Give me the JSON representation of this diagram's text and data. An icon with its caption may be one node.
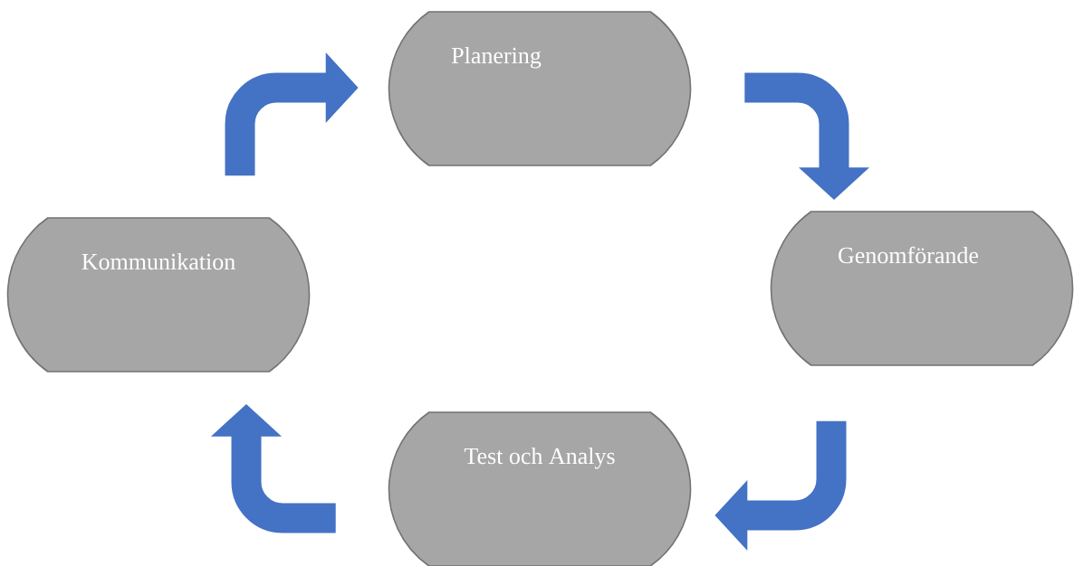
{
  "diagram": {
    "nodes": [
      {
        "text": [
          "Planering"
        ]
      },
      {
        "text": [
          "Genomförande"
        ]
      },
      {
        "text": [
          "Test och Analys"
        ]
      },
      {
        "text": [
          "Kommunikation"
        ]
      }
    ],
    "edges": [
      {
        "from": 3,
        "to": 0,
        "arrow": "to"
      },
      {
        "from": 0,
        "to": 1,
        "arrow": "to"
      },
      {
        "from": 1,
        "to": 2,
        "arrow": "to"
      },
      {
        "from": 2,
        "to": 3,
        "arrow": "to"
      }
    ]
  }
}
